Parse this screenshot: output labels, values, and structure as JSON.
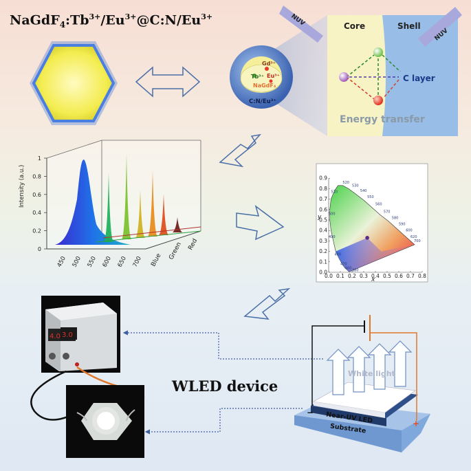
{
  "title": {
    "prefix": "NaGdF",
    "sub4": "4",
    "tb": ":Tb",
    "sup1": "3+",
    "eu": "/Eu",
    "sup2": "3+",
    "cn": "@C:N/Eu",
    "sup3": "3+"
  },
  "sphere": {
    "gd": "Gd³⁺",
    "tb": "Tb³⁺",
    "eu": "Eu³⁺",
    "core": "NaGdF₄",
    "shell": "C:N/Eu³⁺"
  },
  "panel": {
    "core": "Core",
    "shell": "Shell",
    "nuv_left": "NUV",
    "nuv_right": "NUV",
    "c_layer": "C layer",
    "energy_transfer": "Energy transfer"
  },
  "spectrum": {
    "ylabel": "Intensity (a.u.)",
    "y_ticks": [
      "0",
      "0.2",
      "0.4",
      "0.6",
      "0.8",
      "1"
    ],
    "x_ticks": [
      "450",
      "500",
      "550",
      "600",
      "650",
      "700"
    ],
    "series_labels": [
      "Blue",
      "Green",
      "Red"
    ]
  },
  "cie": {
    "xlabel": "x",
    "ylabel": "y",
    "x_ticks": [
      "0.0",
      "0.1",
      "0.2",
      "0.3",
      "0.4",
      "0.5",
      "0.6",
      "0.7",
      "0.8"
    ],
    "y_ticks": [
      "0.0",
      "0.1",
      "0.2",
      "0.3",
      "0.4",
      "0.5",
      "0.6",
      "0.7",
      "0.8",
      "0.9"
    ],
    "wl_labels": [
      "520",
      "530",
      "540",
      "550",
      "560",
      "570",
      "580",
      "590",
      "600",
      "620",
      "700",
      "510",
      "500",
      "490",
      "480",
      "470",
      "460",
      "380"
    ],
    "point": {
      "x": 0.33,
      "y": 0.33
    }
  },
  "device": {
    "white_light": "White light",
    "led_label": "Near-UV LED",
    "substrate_label": "Substrate",
    "minus": "−",
    "plus": "+"
  },
  "wled_label": "WLED device",
  "colors": {
    "shell_blue": "#8fb6e0",
    "core_yellow": "#f7f4b8",
    "hex_yellow": "#f6f066",
    "wire_orange": "#e0782c",
    "arrow_blue": "#3d5fa0"
  }
}
